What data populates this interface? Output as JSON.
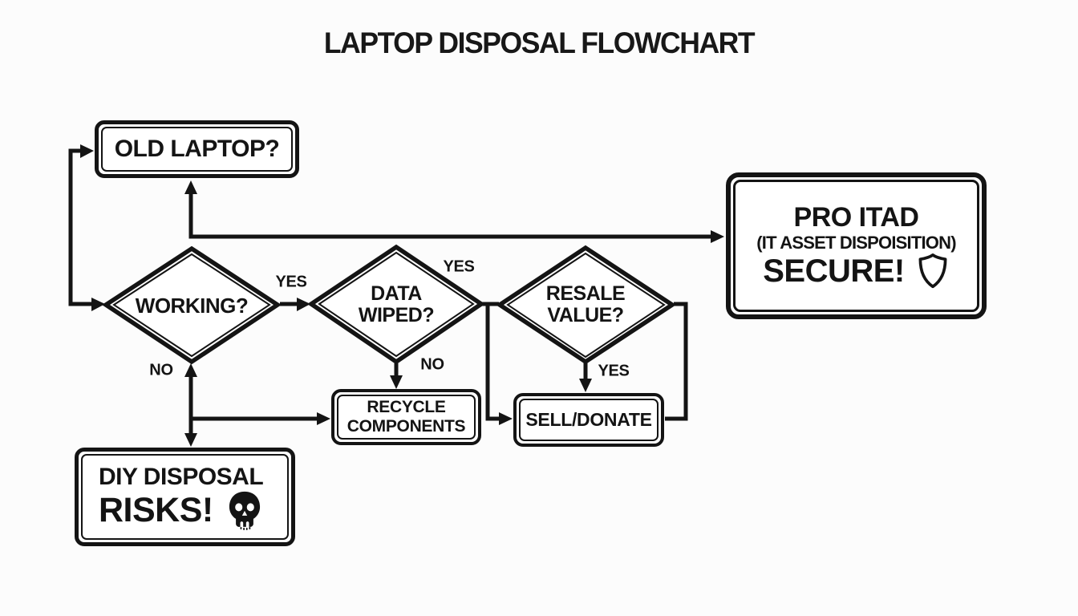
{
  "title": "LAPTOP DISPOSAL FLOWCHART",
  "nodes": {
    "old_laptop": {
      "label": "OLD LAPTOP?"
    },
    "working": {
      "label": "WORKING?"
    },
    "data_wiped": {
      "line1": "DATA",
      "line2": "WIPED?"
    },
    "resale_value": {
      "line1": "RESALE",
      "line2": "VALUE?"
    },
    "pro_itad": {
      "line1": "PRO ITAD",
      "line2": "(IT ASSET DISPOISITION)",
      "line3": "SECURE!",
      "icon": "shield-icon"
    },
    "recycle": {
      "line1": "RECYCLE",
      "line2": "COMPONENTS"
    },
    "sell_donate": {
      "label": "SELL/DONATE"
    },
    "diy_disposal": {
      "line1": "DIY DISPOSAL",
      "line2": "RISKS!",
      "icon": "skull-icon"
    }
  },
  "edge_labels": {
    "working_yes": "YES",
    "working_no": "NO",
    "data_wiped_yes": "YES",
    "data_wiped_no": "NO",
    "resale_yes": "YES"
  },
  "colors": {
    "ink": "#141414",
    "background": "#fcfcfc",
    "node_fill": "#ffffff"
  }
}
